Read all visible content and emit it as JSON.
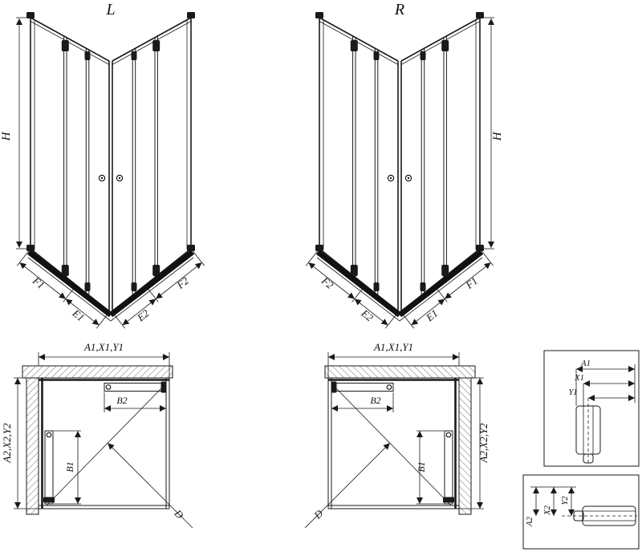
{
  "colors": {
    "ink": "#1a1a1a",
    "background": "#ffffff"
  },
  "iso_left": {
    "variant_label": "L",
    "height_label": "H",
    "segment_labels": [
      "F1",
      "E1",
      "E2",
      "F2"
    ]
  },
  "iso_right": {
    "variant_label": "R",
    "height_label": "H",
    "segment_labels": [
      "F2",
      "E2",
      "E1",
      "F1"
    ]
  },
  "plan_left": {
    "width_dim": "A1,X1,Y1",
    "door_width_dim": "B2",
    "depth_dim": "A2,X2,Y2",
    "door_depth_dim": "B1",
    "diagonal_dim": "D"
  },
  "plan_right": {
    "width_dim": "A1,X1,Y1",
    "door_width_dim": "B2",
    "depth_dim": "A2,X2,Y2",
    "door_depth_dim": "B1",
    "diagonal_dim": "D"
  },
  "detail_width": {
    "dims": [
      "A1",
      "X1",
      "Y1"
    ]
  },
  "detail_depth": {
    "dims": [
      "A2",
      "X2",
      "Y2"
    ]
  }
}
